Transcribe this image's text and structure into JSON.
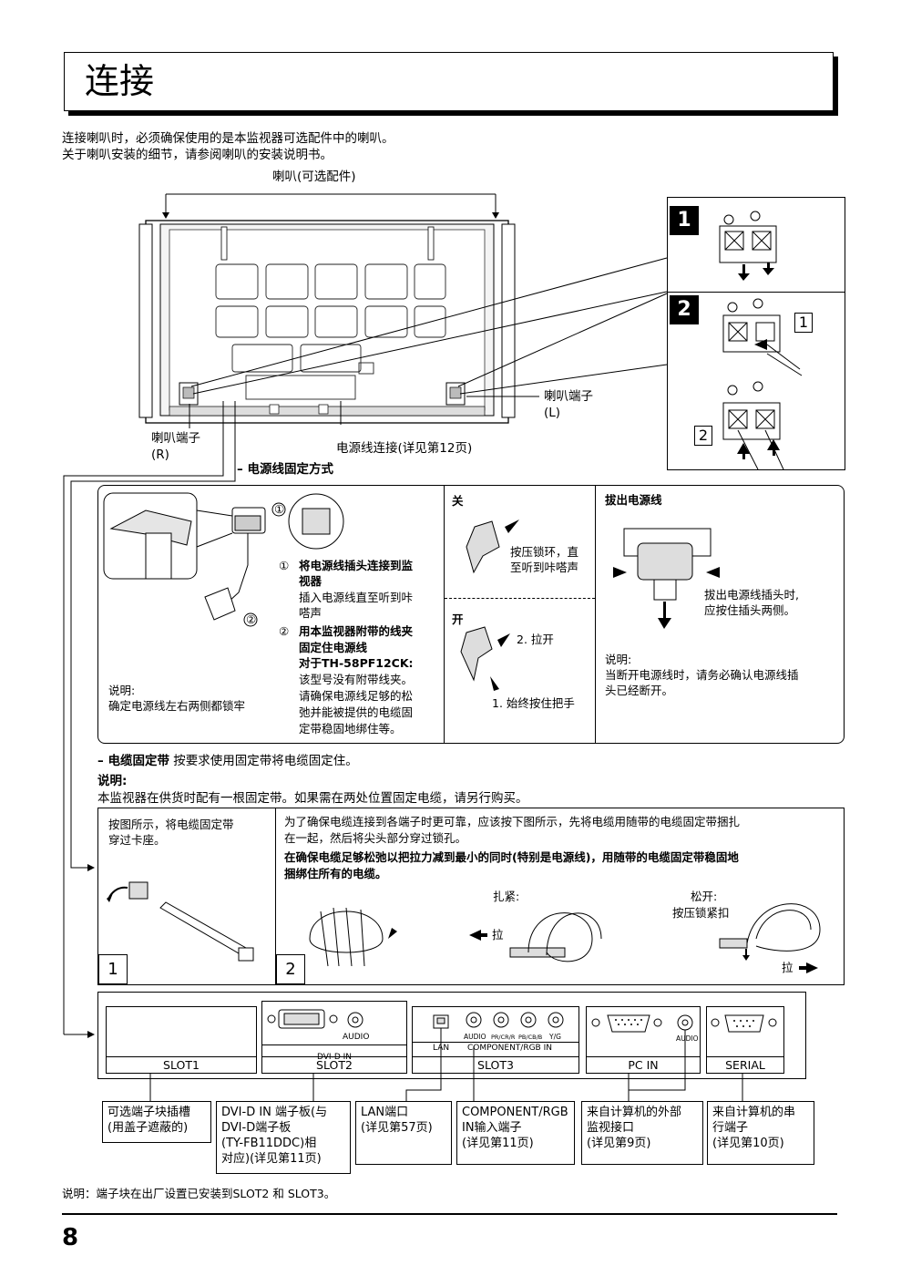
{
  "page": {
    "title": "连接",
    "page_number": "8",
    "intro_lines": [
      "连接喇叭时，必须确保使用的是本监视器可选配件中的喇叭。",
      "关于喇叭安装的细节，请参阅喇叭的安装说明书。"
    ],
    "footer_note": "说明：端子块在出厂设置已安装到SLOT2 和 SLOT3。"
  },
  "speaker": {
    "caption": "喇叭(可选配件)",
    "terminal_r": [
      "喇叭端子",
      "(R)"
    ],
    "terminal_l": [
      "喇叭端子",
      "(L)"
    ],
    "power_connect": "电源线连接(详见第12页)",
    "step1": "1",
    "step2": "2",
    "sub1": "1",
    "sub2": "2"
  },
  "power_section": {
    "heading": "– 电源线固定方式",
    "circle1": "①",
    "circle2": "②",
    "note_label": "说明:",
    "note_text": "确定电源线左右两侧都锁牢",
    "item1_title_a": "将电源线插头连接到监",
    "item1_title_b": "视器",
    "item1_text_a": "插入电源线直至听到咔",
    "item1_text_b": "嗒声",
    "item2_title_a": "用本监视器附带的线夹",
    "item2_title_b": "固定住电源线",
    "item2_model": "对于TH-58PF12CK:",
    "item2_lines": [
      "该型号没有附带线夹。",
      "请确保电源线足够的松",
      "弛并能被提供的电缆固",
      "定带稳固地绑住等。"
    ],
    "close_label": "关",
    "close_text": [
      "按压锁环，直",
      "至听到咔嗒声"
    ],
    "open_label": "开",
    "open_step2": "2. 拉开",
    "open_step1": "1. 始终按住把手",
    "unplug_title": "拔出电源线",
    "unplug_text": [
      "拔出电源线插头时,",
      "应按住插头两侧。"
    ],
    "unplug_note_label": "说明:",
    "unplug_note": [
      "当断开电源线时，请务必确认电源线插",
      "头已经断开。"
    ]
  },
  "cable_section": {
    "heading_bold": "– 电缆固定带",
    "heading_text": "按要求使用固定带将电缆固定住。",
    "note_label": "说明:",
    "note_text": "本监视器在供货时配有一根固定带。如果需在两处位置固定电缆，请另行购买。",
    "left_text": [
      "按图所示，将电缆固定带",
      "穿过卡座。"
    ],
    "right_text": [
      "为了确保电缆连接到各端子时更可靠，应该按下图所示，先将电缆用随带的电缆固定带捆扎",
      "在一起，然后将尖头部分穿过锁孔。"
    ],
    "right_bold": [
      "在确保电缆足够松弛以把拉力减到最小的同时(特别是电源线)，用随带的电缆固定带稳固地",
      "捆绑住所有的电缆。"
    ],
    "tighten": "扎紧:",
    "loosen": "松开:",
    "loosen2": "按压锁紧扣",
    "pull_left": "拉",
    "pull_right": "拉",
    "num1": "1",
    "num2": "2"
  },
  "slots": {
    "slot1": "SLOT1",
    "slot2": "SLOT2",
    "slot3": "SLOT3",
    "dvi_in": "DVI-D IN",
    "audio": "AUDIO",
    "lan": "LAN",
    "component": "COMPONENT/RGB IN",
    "comp_audio": "AUDIO",
    "pr": "PR/CR/R",
    "pb": "PB/CB/B",
    "yg": "Y/G",
    "pc_in": "PC    IN",
    "pc_audio": "AUDIO",
    "serial": "SERIAL"
  },
  "slot_labels": {
    "l1": [
      "可选端子块插槽",
      "(用盖子遮蔽的)"
    ],
    "l2": [
      "DVI-D IN 端子板(与",
      "DVI-D端子板",
      "(TY-FB11DDC)相",
      "对应)(详见第11页)"
    ],
    "l3": [
      "LAN端口",
      "(详见第57页)"
    ],
    "l4": [
      "COMPONENT/RGB",
      "IN输入端子",
      "(详见第11页)"
    ],
    "l5": [
      "来自计算机的外部",
      "监视接口",
      "(详见第9页)"
    ],
    "l6": [
      "来自计算机的串",
      "行端子",
      "(详见第10页)"
    ]
  }
}
